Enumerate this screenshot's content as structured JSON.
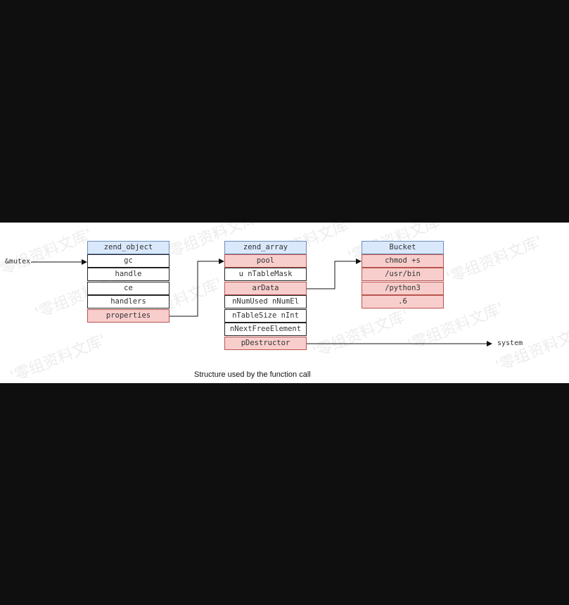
{
  "diagram": {
    "caption": "Structure used by the function call",
    "source_label": "&mutex",
    "target_label": "system",
    "zend_object": {
      "header": "zend_object",
      "fields": [
        "gc",
        "handle",
        "ce",
        "handlers",
        "properties"
      ]
    },
    "zend_array": {
      "header": "zend_array",
      "fields": [
        "pool",
        "u nTableMask",
        "arData",
        "nNumUsed nNumEl",
        "nTableSize nInt",
        "nNextFreeElement",
        "pDestructor"
      ]
    },
    "bucket": {
      "header": "Bucket",
      "fields": [
        "chmod +s",
        "/usr/bin",
        "/python3",
        ".6"
      ]
    },
    "watermark": "'零组资料文库'",
    "colors": {
      "header_fill": "#dae8fc",
      "header_stroke": "#6c8ebf",
      "highlight_fill": "#f8cecc",
      "highlight_stroke": "#b85450",
      "background": "#0f0f0f"
    }
  }
}
